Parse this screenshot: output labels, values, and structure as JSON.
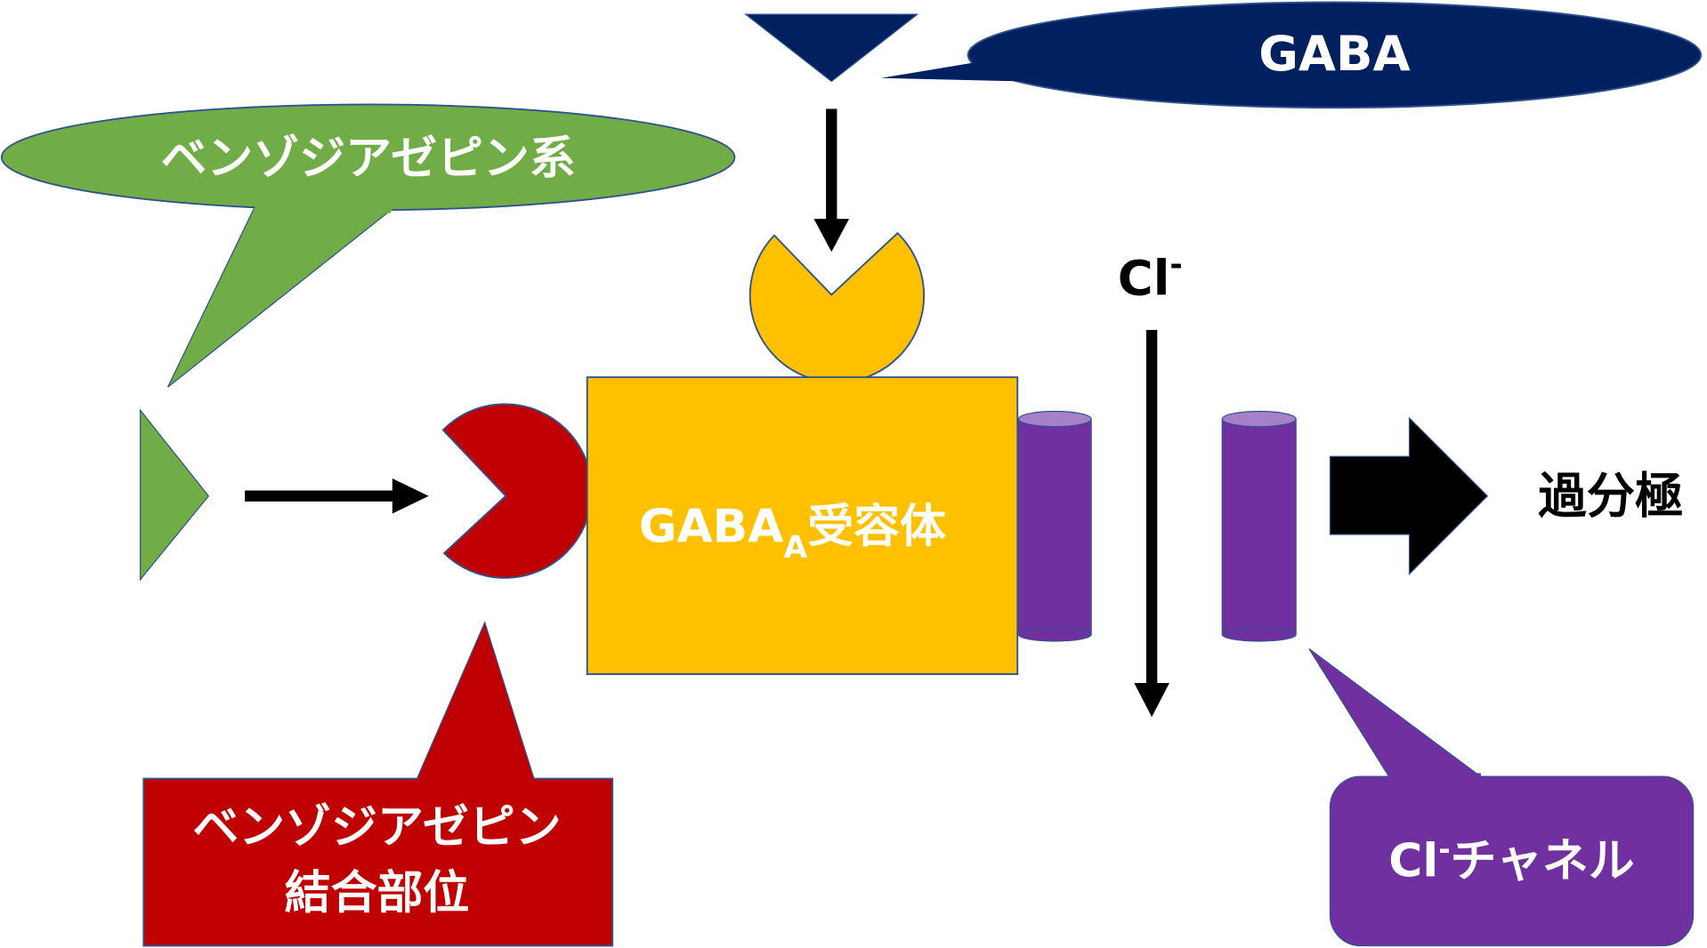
{
  "labels": {
    "gaba": "GABA",
    "benzodiazepine_class": "ベンゾジアゼピン系",
    "receptor_main": "GABA",
    "receptor_sub": "A",
    "receptor_suffix": "受容体",
    "cl_ion_base": "Cl",
    "cl_ion_sup": "-",
    "hyperpolarization": "過分極",
    "channel_base": "Cl",
    "channel_sup": "-",
    "channel_suffix": "チャネル",
    "binding_site_line1": "ベンゾジアゼピン",
    "binding_site_line2": "結合部位"
  },
  "colors": {
    "gaba_navy": "#002060",
    "benzo_green": "#70AD47",
    "receptor_yellow": "#FFC000",
    "binding_red": "#C00000",
    "channel_purple": "#7030A0",
    "channel_top": "#A680C8",
    "outline": "#2F528F"
  }
}
